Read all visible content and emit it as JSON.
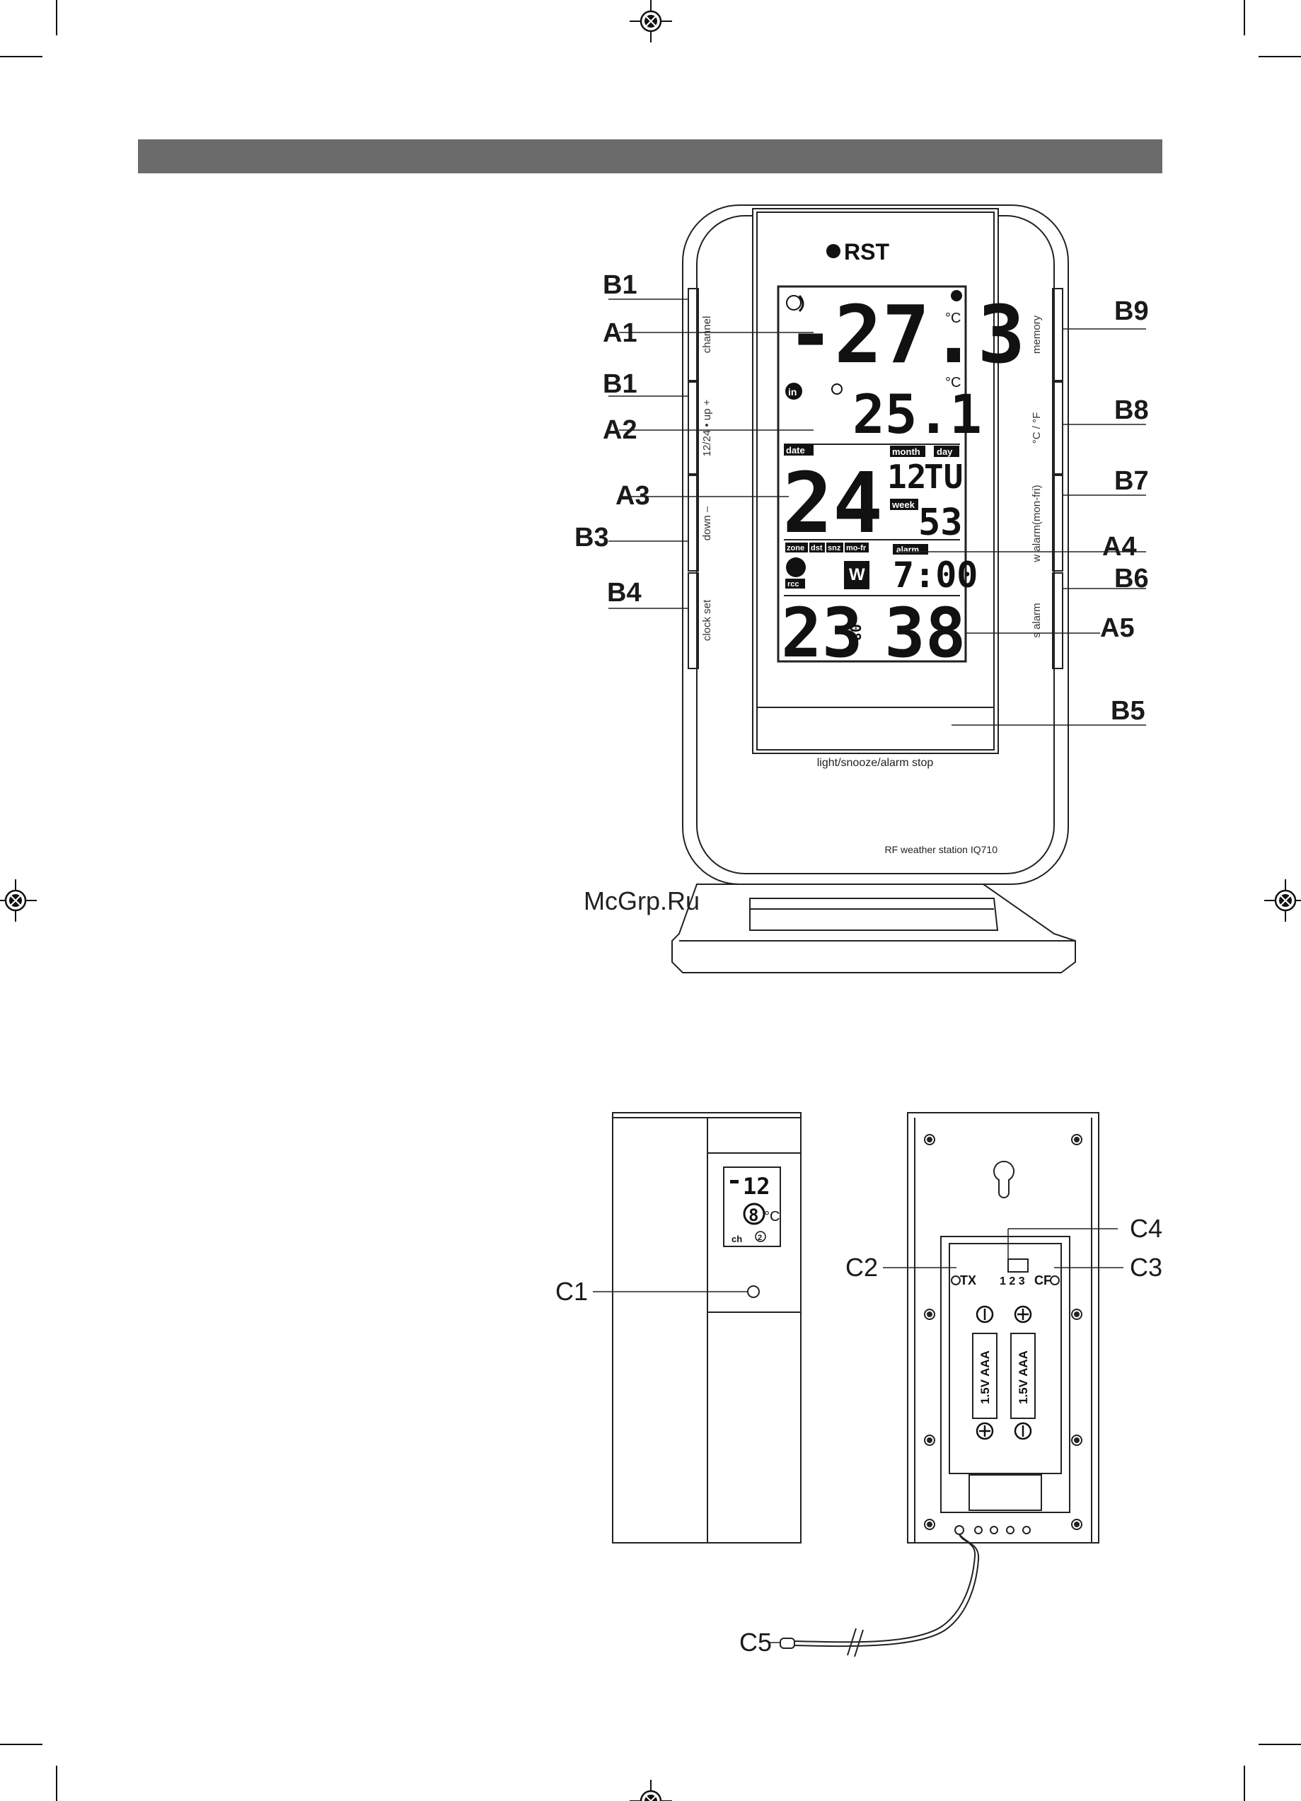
{
  "watermark": "McGrp.Ru",
  "device": {
    "brand": "RST",
    "model_text": "RF weather station IQ710",
    "bottom_button_label": "light/snooze/alarm stop",
    "left_buttons": [
      "channel",
      "12/24 • up +",
      "down –",
      "clock set"
    ],
    "right_buttons": [
      "memory",
      "°C / °F",
      "w alarm(mon-fri)",
      "s alarm"
    ]
  },
  "lcd": {
    "outdoor_temp": "-27.3",
    "outdoor_unit": "°C",
    "indoor_label": "in",
    "indoor_temp": "25.1",
    "indoor_unit": "°C",
    "date_label": "date",
    "month_label": "month",
    "day_label": "day",
    "date_value": "24",
    "month_value": "12",
    "day_value": "TU",
    "week_label": "week",
    "week_value": "53",
    "zone_label": "zone",
    "dst_label": "dst",
    "snz_label": "snz",
    "mofr_label": "mo-fr",
    "rcc_label": "rcc",
    "alarm_label": "alarm",
    "alarm_time": "7:00",
    "w_icon": "W",
    "time_hours": "23",
    "time_minutes": "38",
    "time_seconds": "08"
  },
  "callouts": {
    "B1_top": "B1",
    "A1": "A1",
    "B1_mid": "B1",
    "A2": "A2",
    "A3": "A3",
    "B3": "B3",
    "B4": "B4",
    "B9": "B9",
    "B8": "B8",
    "B7": "B7",
    "A4": "A4",
    "B6": "B6",
    "A5": "A5",
    "B5": "B5"
  },
  "sensor": {
    "channel_value": "12",
    "temp_value": "8",
    "temp_unit": "°C",
    "ch_label": "ch",
    "ch_number": "2",
    "battery_label": "1.5V AAA",
    "dip_numbers": "1 2 3",
    "tx_label": "TX",
    "cf_label": "CF",
    "callouts": {
      "C1": "C1",
      "C2": "C2",
      "C3": "C3",
      "C4": "C4",
      "C5": "C5"
    }
  },
  "icons": [
    "registration-mark-icon",
    "wave-signal-icon",
    "drop-icon",
    "rcc-signal-icon",
    "plus-icon",
    "minus-icon",
    "keyhole-icon",
    "screw-icon"
  ]
}
